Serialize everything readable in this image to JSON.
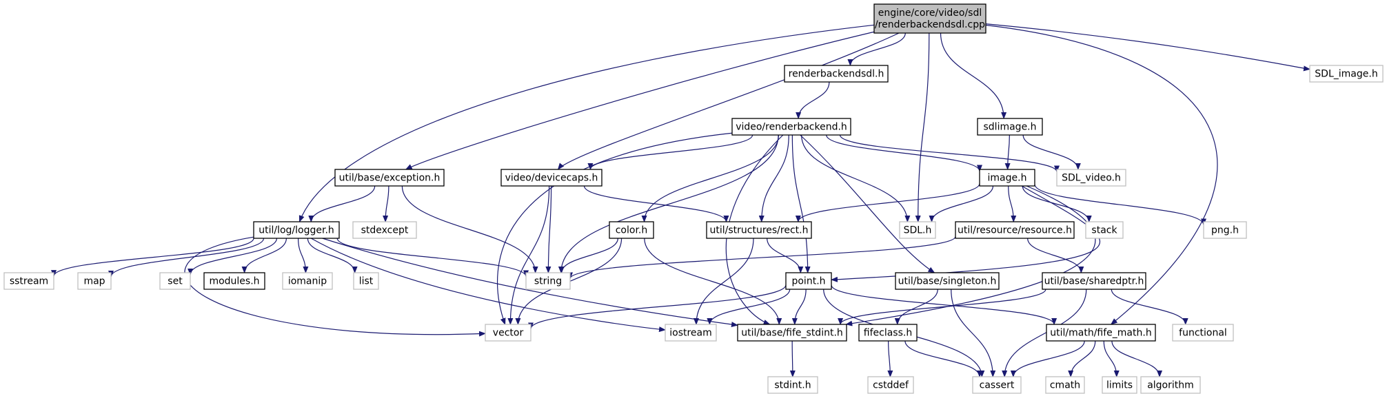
{
  "colors": {
    "root_fill": "#bfbfbf",
    "node_fill": "#ffffff",
    "documented_border": "#000000",
    "external_border": "#bfbfbf",
    "edge": "#191970"
  },
  "nodes": [
    {
      "id": "root",
      "lines": [
        "engine/core/video/sdl",
        "/renderbackendsdl.cpp"
      ],
      "kind": "root"
    },
    {
      "id": "renderbackendsdl_h",
      "lines": [
        "renderbackendsdl.h"
      ],
      "kind": "documented"
    },
    {
      "id": "sdl_image_h",
      "lines": [
        "SDL_image.h"
      ],
      "kind": "external"
    },
    {
      "id": "video_renderbackend_h",
      "lines": [
        "video/renderbackend.h"
      ],
      "kind": "documented"
    },
    {
      "id": "sdlimage_h",
      "lines": [
        "sdlimage.h"
      ],
      "kind": "documented"
    },
    {
      "id": "util_base_exception_h",
      "lines": [
        "util/base/exception.h"
      ],
      "kind": "documented"
    },
    {
      "id": "video_devicecaps_h",
      "lines": [
        "video/devicecaps.h"
      ],
      "kind": "documented"
    },
    {
      "id": "image_h",
      "lines": [
        "image.h"
      ],
      "kind": "documented"
    },
    {
      "id": "sdl_video_h",
      "lines": [
        "SDL_video.h"
      ],
      "kind": "external"
    },
    {
      "id": "util_log_logger_h",
      "lines": [
        "util/log/logger.h"
      ],
      "kind": "documented"
    },
    {
      "id": "stdexcept",
      "lines": [
        "stdexcept"
      ],
      "kind": "external"
    },
    {
      "id": "color_h",
      "lines": [
        "color.h"
      ],
      "kind": "documented"
    },
    {
      "id": "util_structures_rect_h",
      "lines": [
        "util/structures/rect.h"
      ],
      "kind": "documented"
    },
    {
      "id": "sdl_h",
      "lines": [
        "SDL.h"
      ],
      "kind": "external"
    },
    {
      "id": "util_resource_resource_h",
      "lines": [
        "util/resource/resource.h"
      ],
      "kind": "documented"
    },
    {
      "id": "stack",
      "lines": [
        "stack"
      ],
      "kind": "external"
    },
    {
      "id": "png_h",
      "lines": [
        "png.h"
      ],
      "kind": "external"
    },
    {
      "id": "sstream",
      "lines": [
        "sstream"
      ],
      "kind": "external"
    },
    {
      "id": "map",
      "lines": [
        "map"
      ],
      "kind": "external"
    },
    {
      "id": "set",
      "lines": [
        "set"
      ],
      "kind": "external"
    },
    {
      "id": "modules_h",
      "lines": [
        "modules.h"
      ],
      "kind": "documented"
    },
    {
      "id": "iomanip",
      "lines": [
        "iomanip"
      ],
      "kind": "external"
    },
    {
      "id": "list",
      "lines": [
        "list"
      ],
      "kind": "external"
    },
    {
      "id": "string",
      "lines": [
        "string"
      ],
      "kind": "external"
    },
    {
      "id": "point_h",
      "lines": [
        "point.h"
      ],
      "kind": "documented"
    },
    {
      "id": "util_base_singleton_h",
      "lines": [
        "util/base/singleton.h"
      ],
      "kind": "documented"
    },
    {
      "id": "util_base_sharedptr_h",
      "lines": [
        "util/base/sharedptr.h"
      ],
      "kind": "documented"
    },
    {
      "id": "vector",
      "lines": [
        "vector"
      ],
      "kind": "external"
    },
    {
      "id": "iostream",
      "lines": [
        "iostream"
      ],
      "kind": "external"
    },
    {
      "id": "util_base_fife_stdint_h",
      "lines": [
        "util/base/fife_stdint.h"
      ],
      "kind": "documented"
    },
    {
      "id": "fifeclass_h",
      "lines": [
        "fifeclass.h"
      ],
      "kind": "documented"
    },
    {
      "id": "cassert",
      "lines": [
        "cassert"
      ],
      "kind": "external"
    },
    {
      "id": "util_math_fife_math_h",
      "lines": [
        "util/math/fife_math.h"
      ],
      "kind": "documented"
    },
    {
      "id": "functional",
      "lines": [
        "functional"
      ],
      "kind": "external"
    },
    {
      "id": "stdint_h",
      "lines": [
        "stdint.h"
      ],
      "kind": "external"
    },
    {
      "id": "cstddef",
      "lines": [
        "cstddef"
      ],
      "kind": "external"
    },
    {
      "id": "cmath",
      "lines": [
        "cmath"
      ],
      "kind": "external"
    },
    {
      "id": "limits",
      "lines": [
        "limits"
      ],
      "kind": "external"
    },
    {
      "id": "algorithm",
      "lines": [
        "algorithm"
      ],
      "kind": "external"
    }
  ],
  "edges": [
    [
      "root",
      "renderbackendsdl_h"
    ],
    [
      "root",
      "sdl_image_h"
    ],
    [
      "root",
      "sdlimage_h"
    ],
    [
      "root",
      "util_base_exception_h"
    ],
    [
      "root",
      "video_devicecaps_h"
    ],
    [
      "root",
      "util_log_logger_h"
    ],
    [
      "root",
      "sdl_h"
    ],
    [
      "root",
      "util_math_fife_math_h"
    ],
    [
      "renderbackendsdl_h",
      "video_renderbackend_h"
    ],
    [
      "video_renderbackend_h",
      "video_devicecaps_h"
    ],
    [
      "video_renderbackend_h",
      "image_h"
    ],
    [
      "video_renderbackend_h",
      "sdl_video_h"
    ],
    [
      "video_renderbackend_h",
      "sdl_h"
    ],
    [
      "video_renderbackend_h",
      "color_h"
    ],
    [
      "video_renderbackend_h",
      "util_structures_rect_h"
    ],
    [
      "video_renderbackend_h",
      "string"
    ],
    [
      "video_renderbackend_h",
      "vector"
    ],
    [
      "video_renderbackend_h",
      "point_h"
    ],
    [
      "video_renderbackend_h",
      "util_base_fife_stdint_h"
    ],
    [
      "video_renderbackend_h",
      "util_base_singleton_h"
    ],
    [
      "sdlimage_h",
      "image_h"
    ],
    [
      "sdlimage_h",
      "sdl_video_h"
    ],
    [
      "util_base_exception_h",
      "util_log_logger_h"
    ],
    [
      "util_base_exception_h",
      "stdexcept"
    ],
    [
      "util_base_exception_h",
      "string"
    ],
    [
      "video_devicecaps_h",
      "util_structures_rect_h"
    ],
    [
      "video_devicecaps_h",
      "string"
    ],
    [
      "video_devicecaps_h",
      "vector"
    ],
    [
      "image_h",
      "util_structures_rect_h"
    ],
    [
      "image_h",
      "sdl_h"
    ],
    [
      "image_h",
      "util_resource_resource_h"
    ],
    [
      "image_h",
      "stack"
    ],
    [
      "image_h",
      "png_h"
    ],
    [
      "image_h",
      "point_h"
    ],
    [
      "image_h",
      "util_base_fife_stdint_h"
    ],
    [
      "util_log_logger_h",
      "sstream"
    ],
    [
      "util_log_logger_h",
      "map"
    ],
    [
      "util_log_logger_h",
      "set"
    ],
    [
      "util_log_logger_h",
      "modules_h"
    ],
    [
      "util_log_logger_h",
      "iomanip"
    ],
    [
      "util_log_logger_h",
      "list"
    ],
    [
      "util_log_logger_h",
      "string"
    ],
    [
      "util_log_logger_h",
      "vector"
    ],
    [
      "util_log_logger_h",
      "iostream"
    ],
    [
      "util_log_logger_h",
      "util_base_fife_stdint_h"
    ],
    [
      "color_h",
      "string"
    ],
    [
      "color_h",
      "vector"
    ],
    [
      "color_h",
      "util_base_fife_stdint_h"
    ],
    [
      "util_structures_rect_h",
      "point_h"
    ],
    [
      "util_structures_rect_h",
      "iostream"
    ],
    [
      "util_resource_resource_h",
      "string"
    ],
    [
      "util_resource_resource_h",
      "util_base_sharedptr_h"
    ],
    [
      "point_h",
      "vector"
    ],
    [
      "point_h",
      "iostream"
    ],
    [
      "point_h",
      "util_base_fife_stdint_h"
    ],
    [
      "point_h",
      "cassert"
    ],
    [
      "point_h",
      "util_math_fife_math_h"
    ],
    [
      "util_base_singleton_h",
      "fifeclass_h"
    ],
    [
      "util_base_singleton_h",
      "cassert"
    ],
    [
      "util_base_sharedptr_h",
      "util_base_fife_stdint_h"
    ],
    [
      "util_base_sharedptr_h",
      "cassert"
    ],
    [
      "util_base_sharedptr_h",
      "functional"
    ],
    [
      "util_base_fife_stdint_h",
      "stdint_h"
    ],
    [
      "fifeclass_h",
      "cstddef"
    ],
    [
      "fifeclass_h",
      "cassert"
    ],
    [
      "util_math_fife_math_h",
      "cassert"
    ],
    [
      "util_math_fife_math_h",
      "cmath"
    ],
    [
      "util_math_fife_math_h",
      "limits"
    ],
    [
      "util_math_fife_math_h",
      "algorithm"
    ]
  ]
}
